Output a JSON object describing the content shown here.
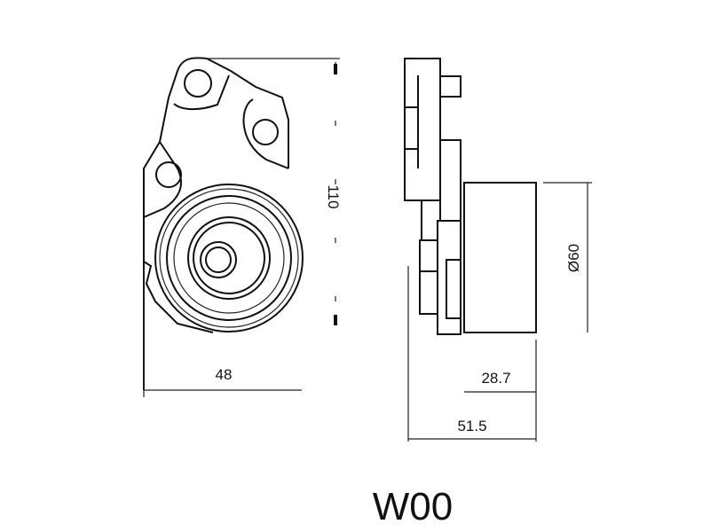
{
  "drawing": {
    "front_view": {
      "height_dim": "110",
      "width_dim": "48"
    },
    "side_view": {
      "diameter_dim": "Ø60",
      "roller_width_dim": "28.7",
      "total_width_dim": "51.5"
    },
    "part_code": "W00"
  }
}
